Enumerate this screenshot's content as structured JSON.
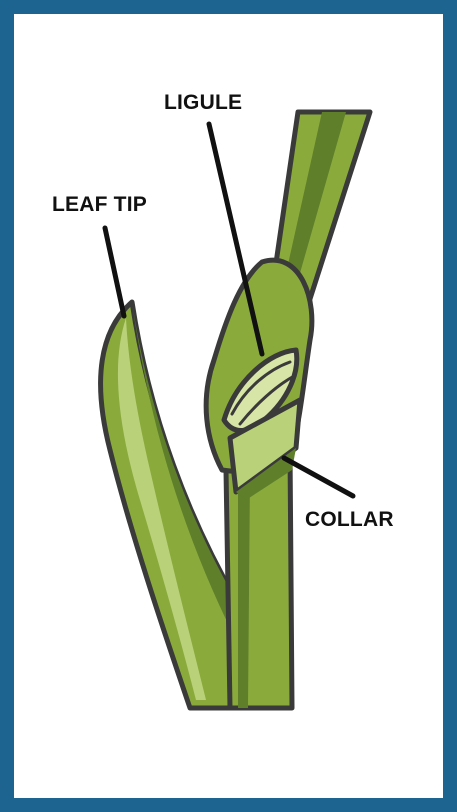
{
  "diagram": {
    "labels": {
      "ligule": "LIGULE",
      "leaf_tip": "LEAF TIP",
      "collar": "COLLAR"
    },
    "colors": {
      "border": "#1e6491",
      "outline": "#3a3a3a",
      "green_main": "#8aab3c",
      "green_dark": "#5f7f2a",
      "green_light": "#b9d27a",
      "green_pale": "#d7e6a6"
    }
  }
}
